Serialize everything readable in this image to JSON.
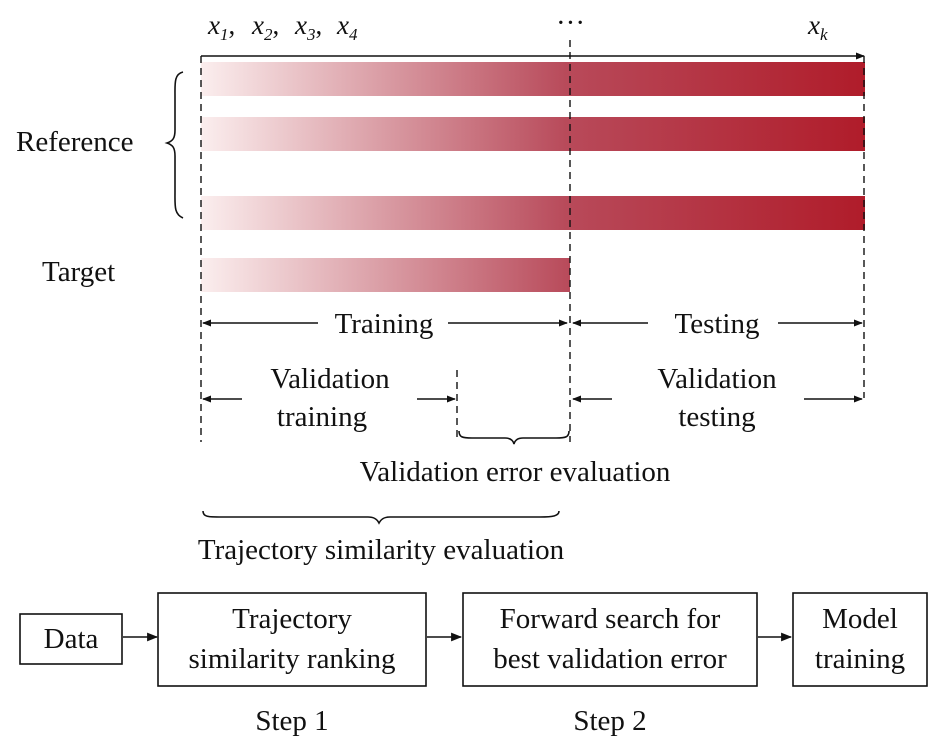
{
  "axis_labels": {
    "x1": "x",
    "x1_sub": "1",
    "x2": "x",
    "x2_sub": "2",
    "x3": "x",
    "x3_sub": "3",
    "x4": "x",
    "x4_sub": "4",
    "ellipsis": "···",
    "xk": "x",
    "xk_sub": "k"
  },
  "sep": ",",
  "rows": {
    "reference_label": "Reference",
    "target_label": "Target"
  },
  "colors": {
    "bar_start": "#fbeeee",
    "bar_mid": "#b84a5a",
    "bar_end": "#b01c2a"
  },
  "spans": {
    "training": "Training",
    "testing": "Testing",
    "validation_training_line1": "Validation",
    "validation_training_line2": "training",
    "validation_testing_line1": "Validation",
    "validation_testing_line2": "testing",
    "validation_error": "Validation error evaluation",
    "trajectory_similarity": "Trajectory similarity evaluation"
  },
  "flow": {
    "data": "Data",
    "ranking_line1": "Trajectory",
    "ranking_line2": "similarity ranking",
    "search_line1": "Forward search for",
    "search_line2": "best validation error",
    "model_line1": "Model",
    "model_line2": "training",
    "step1": "Step 1",
    "step2": "Step 2"
  }
}
